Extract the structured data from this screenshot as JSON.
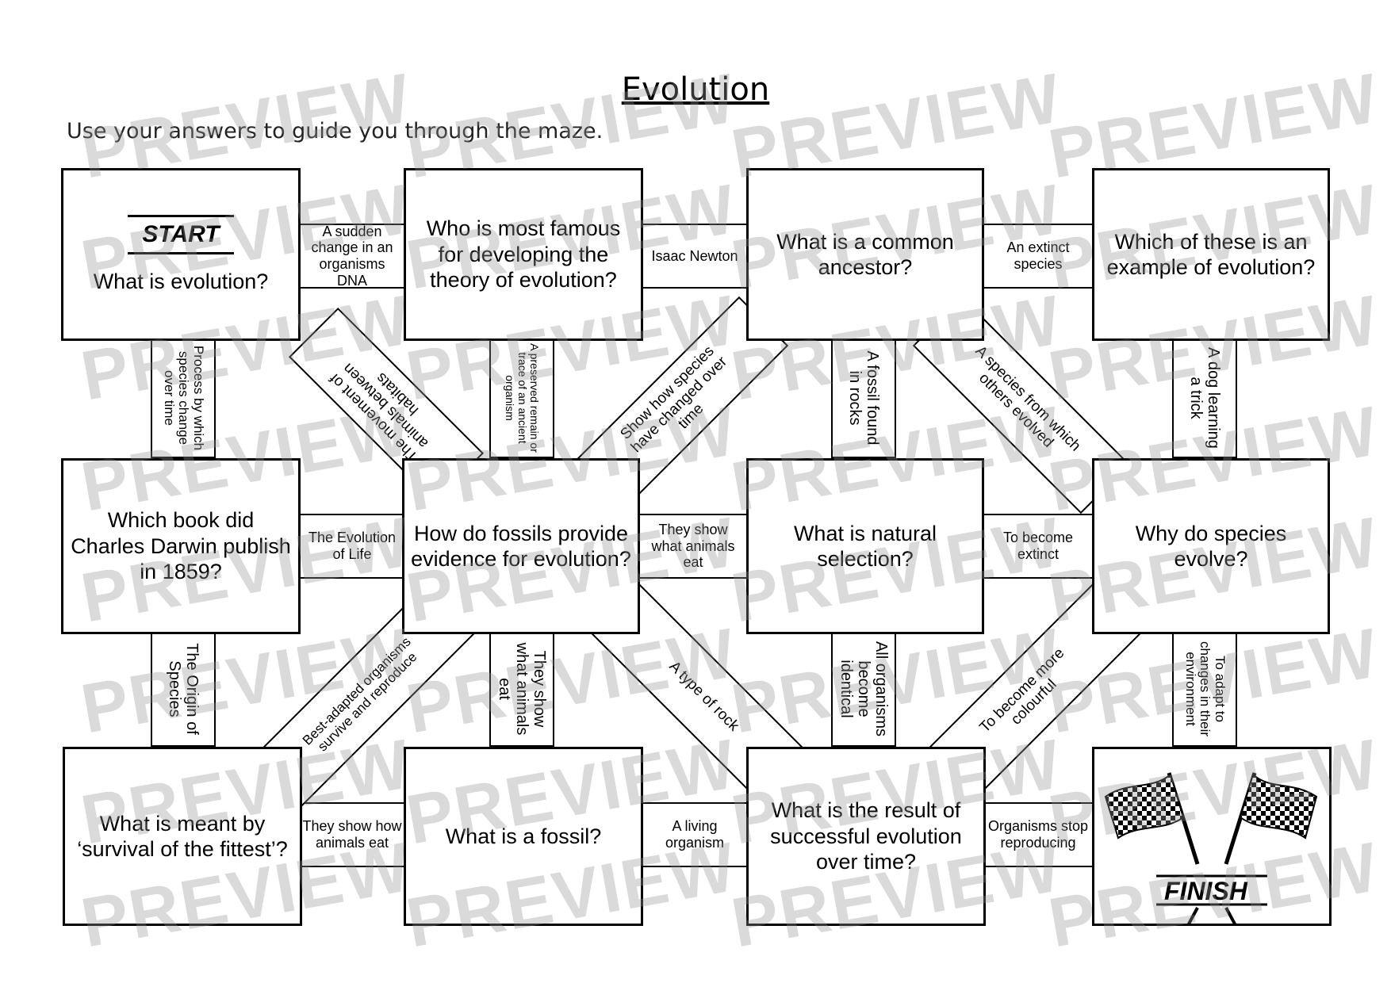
{
  "title": "Evolution",
  "instruction": "Use your answers to guide you through the maze.",
  "start_label": "START",
  "finish_label": "FINISH",
  "watermark": "PREVIEW",
  "questions": [
    "What is evolution?",
    "Who is most famous for developing the theory of evolution?",
    "What is a common ancestor?",
    "Which of these is an example of evolution?",
    "Which book did Charles Darwin publish in 1859?",
    "How do fossils provide evidence for evolution?",
    "What is natural selection?",
    "Why do species evolve?",
    "What is meant by ‘survival of the fittest’?",
    "What is a fossil?",
    "What is the result of successful evolution over time?"
  ],
  "horizontal_answers": [
    "A sudden change in an organisms DNA",
    "Isaac Newton",
    "An extinct species",
    "The Evolution of Life",
    "They show what animals eat",
    "To become extinct",
    "They show how animals eat",
    "A living organism",
    "Organisms stop reproducing"
  ],
  "vertical_answers": [
    "Process by which species change over time",
    "A preserved remain or trace of an ancient organism",
    "A fossil found in rocks",
    "A dog learning a trick",
    "The Origin of Species",
    "They show what animals eat",
    "All organisms become identical",
    "To adapt to changes in their environment"
  ],
  "diagonal_answers": [
    "The movement of animals between habitats",
    "Show how species have changed over time",
    "A species from which others evolved",
    "Best-adapted organisms survive and reproduce",
    "A type of rock",
    "To become more colourful"
  ]
}
